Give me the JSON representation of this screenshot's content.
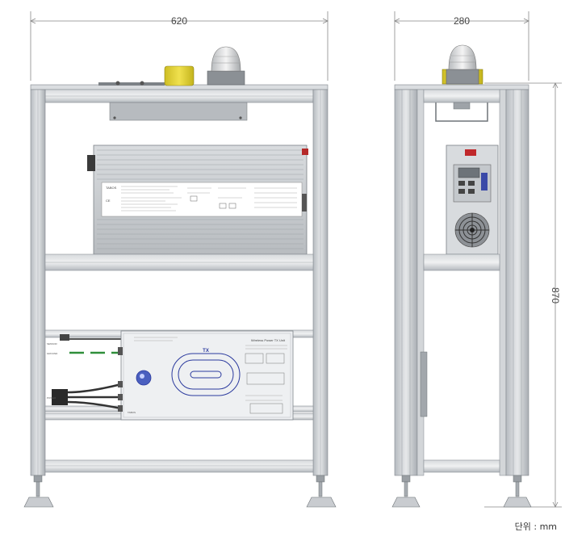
{
  "dimensions": {
    "front_width": "620",
    "side_width": "280",
    "height": "870"
  },
  "unit_label": "단위 : mm",
  "charger": {
    "brand": "TABOS",
    "mark": "CE"
  },
  "transmitter": {
    "tx_label": "TX",
    "title": "Wireless Power TX Unit",
    "port_sensor": "SENSOR",
    "port_ground": "GROUND",
    "port_power": "POWER",
    "brand": "TABOS"
  },
  "colors": {
    "frame": "#c9cdd1",
    "frame_dark": "#9aa0a6",
    "beacon": "#e2d33a",
    "accent_blue": "#2b3a9e",
    "cable_green": "#2f8f3a"
  }
}
